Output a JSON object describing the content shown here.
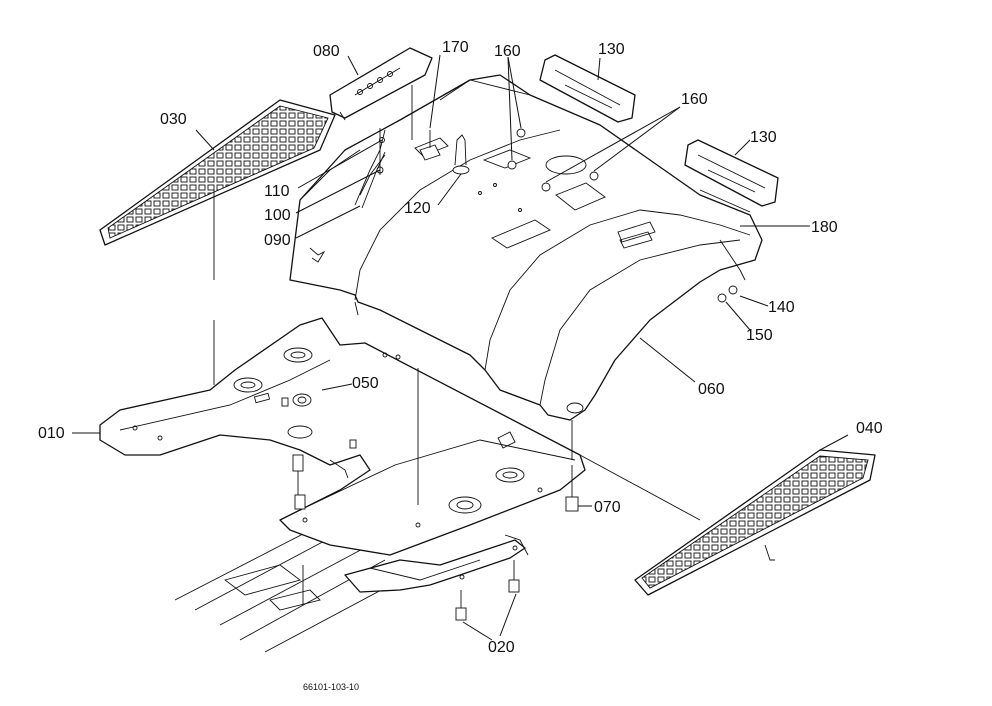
{
  "diagram": {
    "labels": {
      "p010": "010",
      "p020": "020",
      "p030": "030",
      "p040": "040",
      "p050": "050",
      "p060": "060",
      "p070": "070",
      "p080": "080",
      "p090": "090",
      "p100": "100",
      "p110": "110",
      "p120": "120",
      "p130a": "130",
      "p130b": "130",
      "p140": "140",
      "p150": "150",
      "p160a": "160",
      "p160b": "160",
      "p170": "170",
      "p180": "180"
    },
    "drawing_code": "66101-103-10"
  }
}
